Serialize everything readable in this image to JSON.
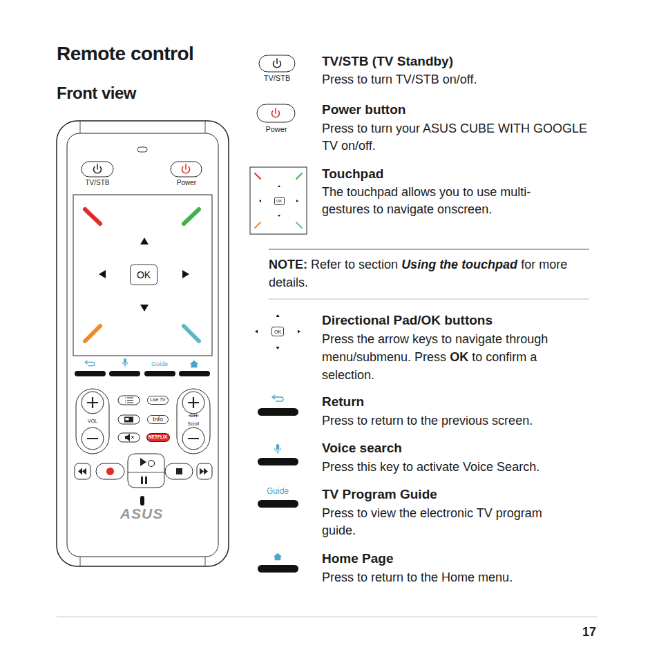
{
  "diagram": {
    "title": "Remote control",
    "nodes": [
      {
        "text": [
          "OK"
        ]
      },
      {
        "text": [
          "Live TV"
        ]
      },
      {
        "text": [
          "Info"
        ]
      },
      {
        "text": [
          "NETFLIX"
        ]
      },
      {
        "text": [
          "OK"
        ]
      },
      {
        "text": [
          "OK"
        ]
      }
    ],
    "labels": [
      "Front view",
      "TV/STB",
      "Power",
      "Guide",
      "VOL",
      "CH",
      "Scroll",
      "ASUS",
      "TV/STB",
      "TV/STB (TV Standby)",
      "Press to turn TV/STB on/off.",
      "Power",
      "Power button",
      "Press to turn your ASUS CUBE WITH GOOGLE TV on/off.",
      "Touchpad",
      "The touchpad allows you to use multi-gestures to navigate onscreen.",
      "NOTE:",
      "Refer to section",
      "Using the touchpad",
      "for more details.",
      "Directional Pad/OK buttons",
      "Press the arrow keys to navigate through menu/submenu. Press",
      "OK",
      "to confirm a selection.",
      "Return",
      "Press to return to the previous screen.",
      "Voice search",
      "Press this key to activate Voice Search.",
      "Guide",
      "TV Program Guide",
      "Press to view the electronic TV program guide.",
      "Home Page",
      "Press to return to the Home menu.",
      "17"
    ]
  }
}
